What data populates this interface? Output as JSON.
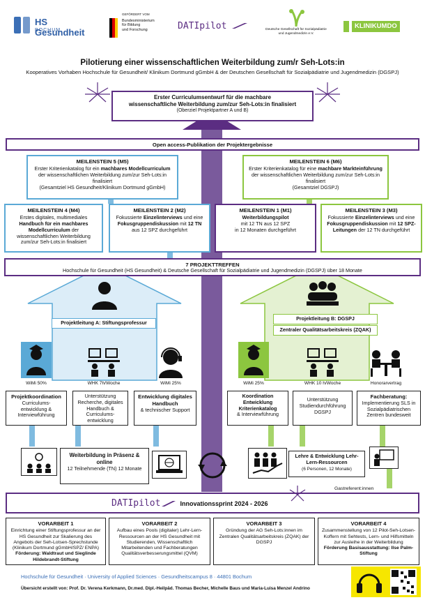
{
  "logos": {
    "hs_name": "HS Gesundheit",
    "hs_sub": "BOCHUM",
    "bmbf_small": "GEFÖRDERT VOM",
    "bmbf_name": "Bundesministerium\nfür Bildung\nund Forschung",
    "datipilot": "DATIpilot",
    "dgspj": "Deutsche Gesellschaft für Sozialpädiatrie\nund Jugendmedizin e.V.",
    "klinikum_a": "KLINIKUM",
    "klinikum_b": "DO"
  },
  "title": "Pilotierung einer wissenschaftlichen Weiterbildung zum/r Seh-Lots:in",
  "subtitle": "Kooperatives Vorhaben Hochschule für Gesundheit/ Klinikum Dortmund gGmbH & der Deutschen Gesellschaft für Sozialpädiatrie und Jugendmedizin (DGSPJ)",
  "goal": {
    "line1": "Erster Curriculumsentwurf für die machbare",
    "line2": "wissenschaftliche Weiterbildung zum/zur Seh-Lots:in finalisiert",
    "line3": "(Oberziel Projektpartner A und B)"
  },
  "open_access": "Open access-Publikation der Projektergebnisse",
  "m5": {
    "title": "MEILENSTEIN 5 (M5)",
    "l1": "Erster Kriterienkatalog für ein ",
    "l1b": "machbares Modellcurriculum",
    "l2": " der wissenschaftlichen Weiterbildung zum/zur Seh-Lots:in finalisiert",
    "l3": "(Gesamtziel HS Gesundheit/Klinikum Dortmund gGmbH)"
  },
  "m6": {
    "title": "MEILENSTEIN 6 (M6)",
    "l1": "Erster Kriterienkatalog für eine ",
    "l1b": "machbare Markteinführung",
    "l2": " der wissenschaftlichen Weiterbildung zum/zur Seh-Lots:in finalisiert",
    "l3": "(Gesamtziel DGSPJ)"
  },
  "m4": {
    "title": "MEILENSTEIN 4 (M4)",
    "l1": "Erstes digitales, multimediales ",
    "l1b": "Handbuch für ein machbares Modellcurriculum",
    "l2": " der wissenschaftlichen Weiterbildung zum/zur Seh-Lots:in finalisiert"
  },
  "m2": {
    "title": "MEILENSTEIN 2 (M2)",
    "l1": "Fokussierte ",
    "l1b": "Einzelinterviews",
    "l2": " und eine ",
    "l2b": "Fokusgruppendiskussion",
    "l3": " mit ",
    "l3b": "12 TN",
    "l4": " aus 12 SPZ durchgeführt"
  },
  "m1": {
    "title": "MEILENSTEIN 1 (M1)",
    "l1b": "Weiterbildungspilot",
    "l2": "mit 12 TN aus 12 SPZ",
    "l3": "in 12 Monaten durchgeführt"
  },
  "m3": {
    "title": "MEILENSTEIN 3 (M3)",
    "l1": "Fokussierte ",
    "l1b": "Einzelinterviews",
    "l2": " und eine ",
    "l2b": "Fokusgruppendiskussion",
    "l3": " mit ",
    "l3b": "12 SPZ-Leitungen",
    "l4": " der 12 TN durchgeführt"
  },
  "meetings": {
    "title": "7 PROJEKTTREFFEN",
    "text": "Hochschule für Gesundheit (HS Gesundheit) & Deutsche Gesellschaft für Sozialpädiatrie und Jugendmedizin (DGSPJ) über 18 Monate"
  },
  "lead_a": "Projektleitung A: Stiftungsprofessur",
  "lead_b": "Projektleitung B: DGSPJ",
  "zqak": "Zentraler Qualitätsarbeitskreis (ZQAK)",
  "roles": {
    "wimi50": "WiMi 50%",
    "whk7": "WHK 7h/Woche",
    "wimi25a": "WiMi 25%",
    "wimi25b": "WiMi 25%",
    "whk10": "WHK 10 h/Woche",
    "honorar": "Honorarvertrag"
  },
  "tasks": {
    "t1_title": "Projektkoordination",
    "t1_text": "Curriculums-entwicklung & Interviewführung",
    "t2_text": "Unterstützung Recherche, digitales Handbuch & Curriculums-entwicklung",
    "t3_title": "Entwicklung digitales Handbuch",
    "t3_text": "& technischer Support",
    "t4_title": "Koordination Entwicklung Kriterienkatalog",
    "t4_text": "& Interviewführung",
    "t5_text": "Unterstützung Studiendurchführung DGSPJ",
    "t6_title": "Fachberatung:",
    "t6_text": "Implementierung SLS in Sozialpädiatrischen Zentren bundesweit"
  },
  "training": {
    "title": "Weiterbildung in Präsenz & online",
    "text": "12 Teilnehmende (TN) 12 Monate"
  },
  "resources": {
    "title": "Lehre & Entwicklung Lehr-Lern-Ressourcen",
    "text": "(6 Personen, 12 Monate)",
    "guest": "Gastreferent:innen"
  },
  "sprint": {
    "logo": "DATIpilot",
    "text": "Innovationssprint 2024 - 2026"
  },
  "va1": {
    "title": "VORARBEIT 1",
    "text": "Einrichtung einer Stiftungsprofessur an der HS Gesundheit zur Skalierung des Angebots der Seh-Lotsen-Sprechstunde (Klinikum Dortmund gGmbH/SPZ/ ENPA)",
    "bold": "Förderung: Waldtraut und Sieglinde Hildebrandt-Stiftung"
  },
  "va2": {
    "title": "VORARBEIT 2",
    "text": "Aufbau eines Pools (digitaler) Lehr-Lern-Ressourcen an der HS Gesundheit mit Studierenden, Wissenschaftlich Mitarbeitenden und Fachberatungen Qualitätsverbesserungsmittel (QVM)"
  },
  "va3": {
    "title": "VORARBEIT 3",
    "text": "Gründung der AG Seh-Lots:innen im Zentralen Qualitätsarbeitskreis (ZQAK) der DGSPJ"
  },
  "va4": {
    "title": "VORARBEIT 4",
    "text": "Zusammenstellung von 12 Pilot-Seh-Lotsen-Koffern mit Sehtests, Lern- und Hilfsmitteln zur Ausleihe in der Weiterbildung",
    "bold": "Förderung Basisausstattung: Ilse Palm-Stiftung"
  },
  "footer": {
    "address": "Hochschule für Gesundheit · University of Applied Sciences · Gesundheitscampus 8 · 44801 Bochum",
    "credits": "Übersicht erstellt von: Prof. Dr. Verena Kerkmann, Dr.med. Dipl.-Heilpäd. Thomas Becher, Michelle Baus und Maria-Luisa Menzel Andrino"
  },
  "colors": {
    "purple": "#5b2d82",
    "blue": "#5aa9d6",
    "green": "#8cc63f",
    "light_blue": "#dcedf8",
    "light_green": "#e4f1d2",
    "yellow": "#f6e600"
  }
}
